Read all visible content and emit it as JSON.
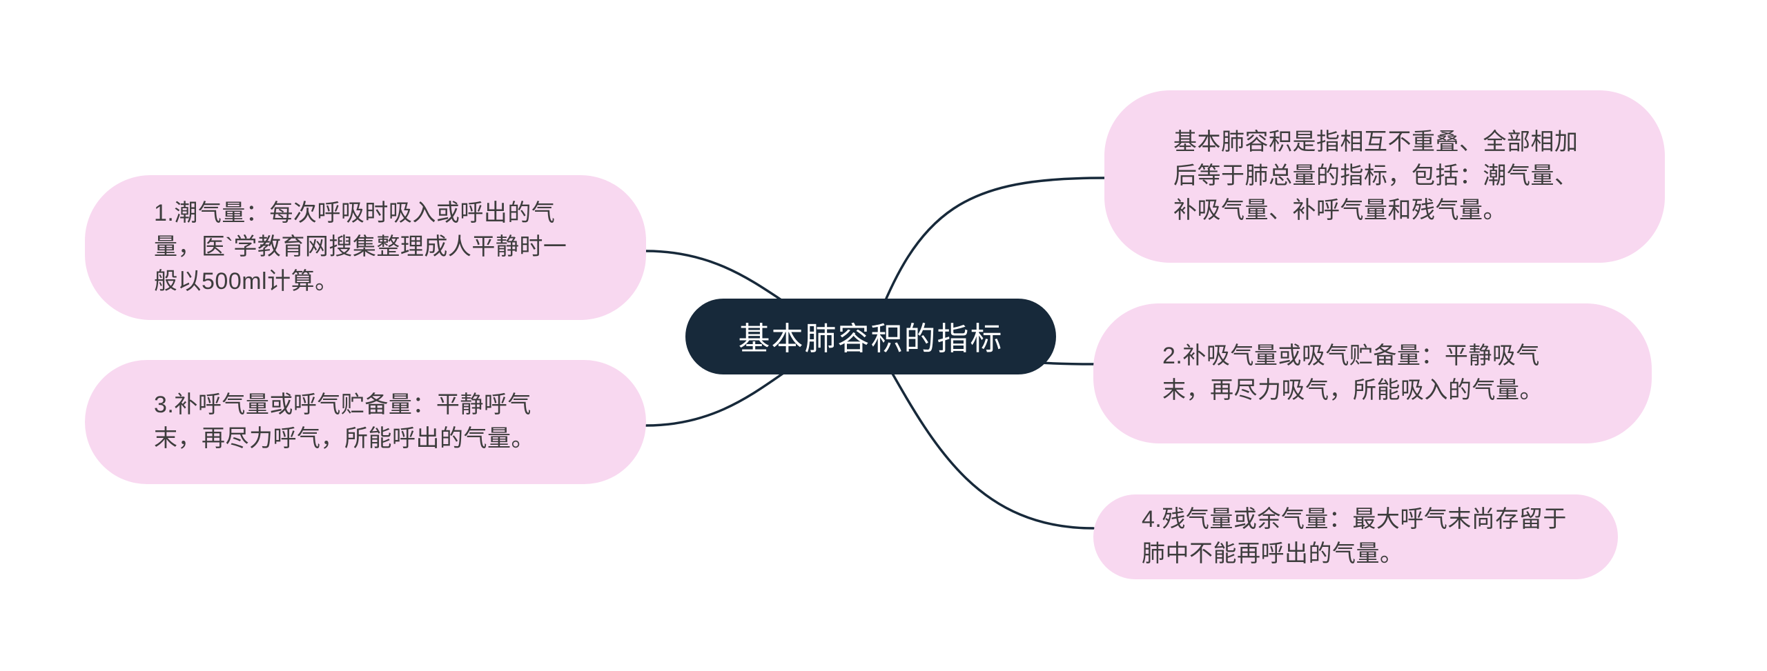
{
  "center_node": {
    "label": "基本肺容积的指标"
  },
  "branches": {
    "overview": {
      "text": "基本肺容积是指相互不重叠、全部相加后等于肺总量的指标，包括：潮气量、补吸气量、补呼气量和残气量。"
    },
    "tidal_volume": {
      "text": "1.潮气量：每次呼吸时吸入或呼出的气量，医`学教育网搜集整理成人平静时一般以500ml计算。"
    },
    "inspiratory_reserve": {
      "text": "2.补吸气量或吸气贮备量：平静吸气末，再尽力吸气，所能吸入的气量。"
    },
    "expiratory_reserve": {
      "text": "3.补呼气量或呼气贮备量：平静呼气末，再尽力呼气，所能呼出的气量。"
    },
    "residual_volume": {
      "text": "4.残气量或余气量：最大呼气末尚存留于肺中不能再呼出的气量。"
    }
  },
  "colors": {
    "canvas_bg": "#ffffff",
    "bubble_bg": "#f8d8f0",
    "bubble_text": "#3d3d3d",
    "center_bg": "#17293a",
    "center_text": "#ffffff",
    "connector": "#17293a"
  }
}
